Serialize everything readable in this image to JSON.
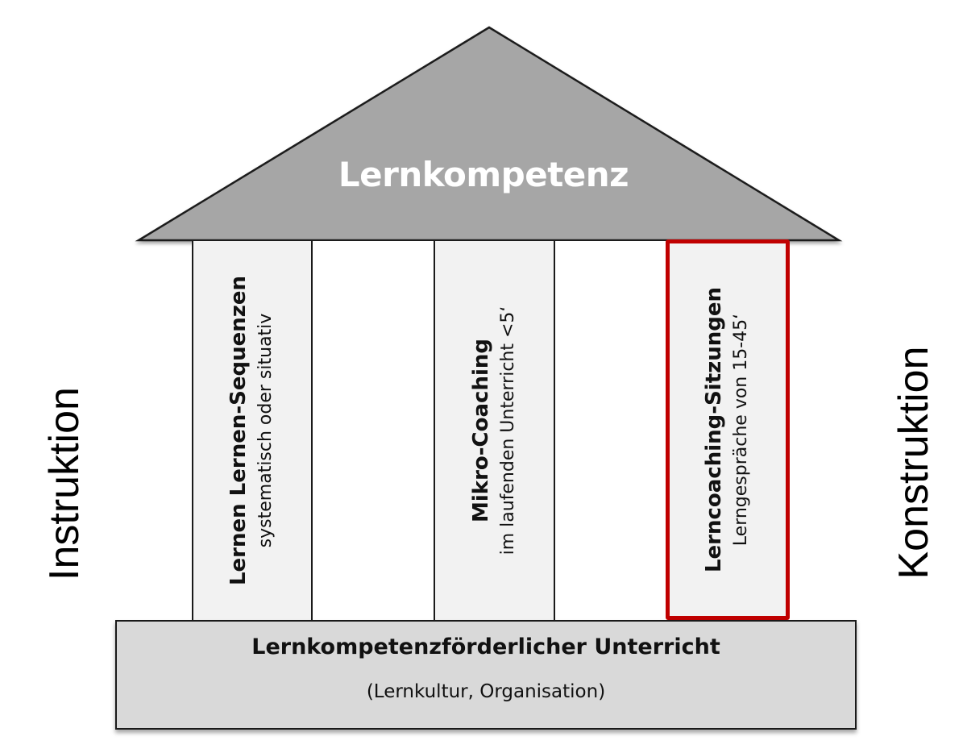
{
  "roof": {
    "title": "Lernkompetenz",
    "fill": "#a6a6a6"
  },
  "pillars": [
    {
      "title": "Lernen Lernen-Sequenzen",
      "subtitle": "systematisch oder situativ",
      "highlighted": false
    },
    {
      "title": "Mikro-Coaching",
      "subtitle": "im laufenden Unterricht <5‘",
      "highlighted": false
    },
    {
      "title": "Lerncoaching-Sitzungen",
      "subtitle": "Lerngespräche von 15-45‘",
      "highlighted": true
    }
  ],
  "base": {
    "title": "Lernkompetenzförderlicher Unterricht",
    "subtitle": "(Lernkultur, Organisation)"
  },
  "side_labels": {
    "left": "Instruktion",
    "right": "Konstruktion"
  },
  "colors": {
    "roof": "#a6a6a6",
    "pillar": "#f2f2f2",
    "base": "#d9d9d9",
    "highlight": "#c00000"
  }
}
